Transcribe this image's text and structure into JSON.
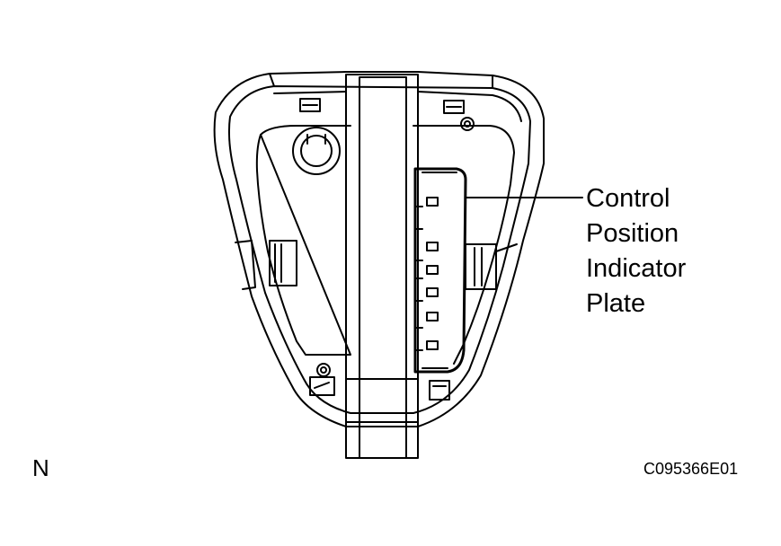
{
  "callout": {
    "lines": [
      "Control",
      "Position",
      "Indicator",
      "Plate"
    ]
  },
  "view_mark": "N",
  "figure_code": "C095366E01",
  "colors": {
    "line": "#000000",
    "background": "#ffffff"
  }
}
